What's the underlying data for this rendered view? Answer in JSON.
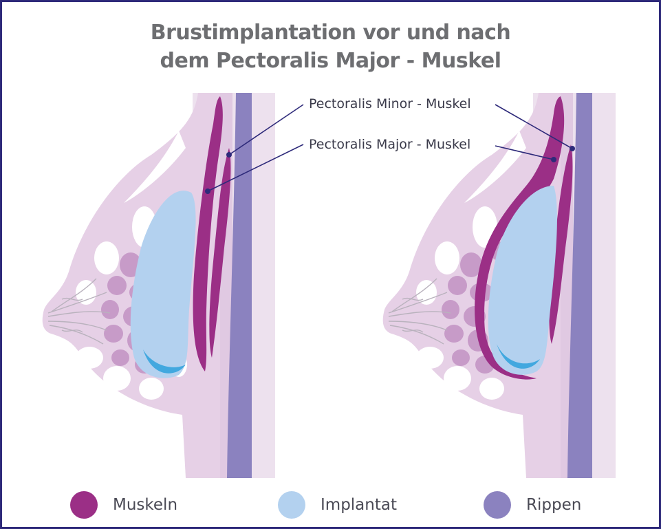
{
  "title": {
    "line1": "Brustimplantation vor und nach",
    "line2": "dem Pectoralis Major - Muskel"
  },
  "labels": {
    "minor": "Pectoralis Minor - Muskel",
    "major": "Pectoralis Major - Muskel"
  },
  "legend": [
    {
      "label": "Muskeln",
      "color": "#9b2f86"
    },
    {
      "label": "Implantat",
      "color": "#b3d1ef"
    },
    {
      "label": "Rippen",
      "color": "#8b82bf"
    }
  ],
  "colors": {
    "frame": "#2e2a7a",
    "tissue": "#e6d0e6",
    "lobule": "#c79bc8",
    "muscle": "#9b2f86",
    "implant": "#b3d1ef",
    "implant_fold": "#42a8df",
    "rib": "#8b82bf",
    "leader": "#2e2a7a"
  }
}
